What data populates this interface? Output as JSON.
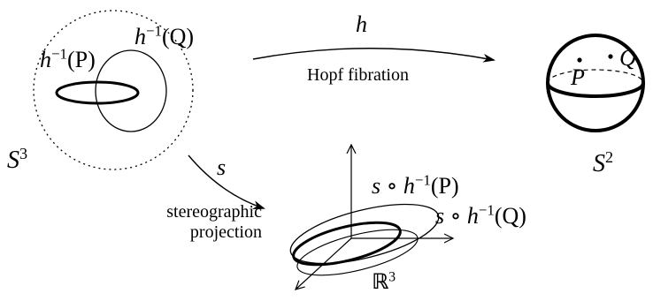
{
  "labels": {
    "s3": "S",
    "s3_exp": "3",
    "s2": "S",
    "s2_exp": "2",
    "r3_base": "ℝ",
    "r3_exp": "3",
    "h_inv_p_prefix": "h",
    "h_inv_p_exp": "−1",
    "h_inv_p_arg": "(P)",
    "h_inv_q_prefix": "h",
    "h_inv_q_exp": "−1",
    "h_inv_q_arg": "(Q)",
    "h_arrow": "h",
    "hopf": "Hopf fibration",
    "s_arrow": "s",
    "stereo_line1": "stereographic",
    "stereo_line2": "projection",
    "s_h_inv_p_prefix": "s ∘ h",
    "s_h_inv_p_exp": "−1",
    "s_h_inv_p_arg": "(P)",
    "s_h_inv_q_prefix": "s ∘ h",
    "s_h_inv_q_exp": "−1",
    "s_h_inv_q_arg": "(Q)",
    "point_p": "P",
    "point_q": "Q"
  },
  "colors": {
    "ink": "#000000",
    "background": "#ffffff"
  }
}
